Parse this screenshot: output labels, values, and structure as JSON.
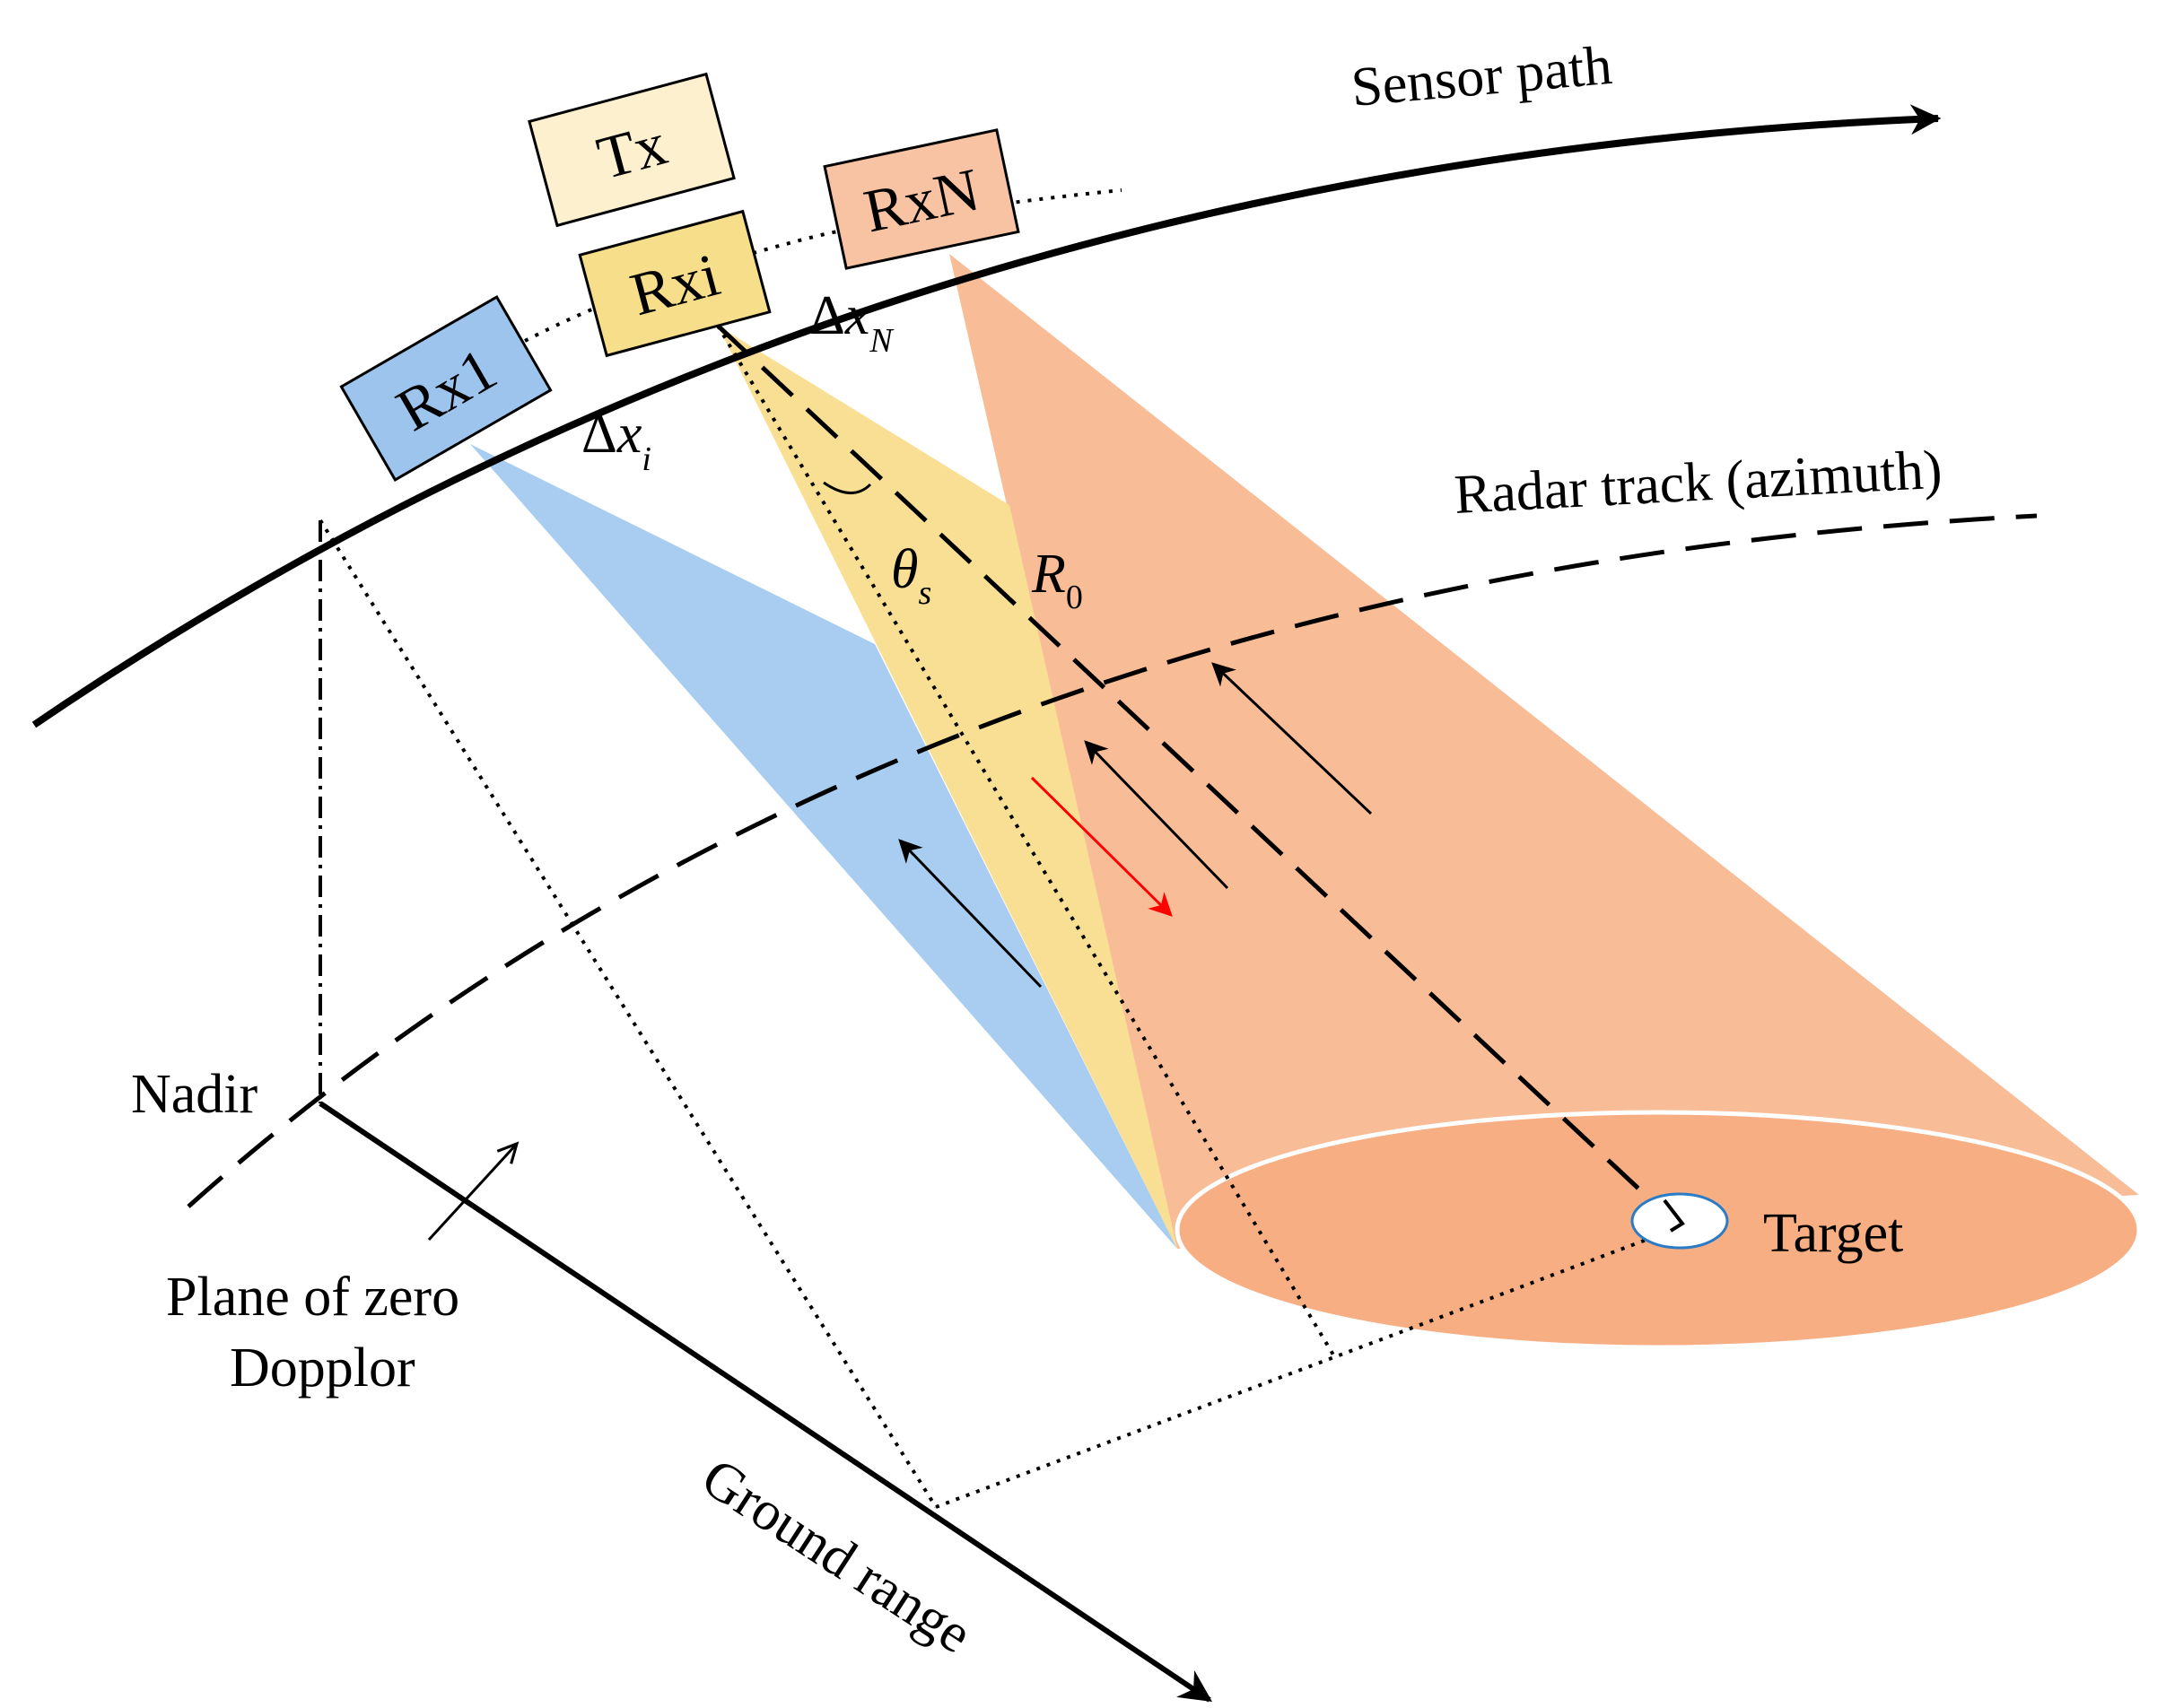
{
  "labels": {
    "sensor_path": "Sensor path",
    "radar_track": "Radar track (azimuth)",
    "nadir": "Nadir",
    "plane_line1": "Plane of zero",
    "plane_line2": "Dopplor",
    "ground_range": "Ground range",
    "target": "Target"
  },
  "boxes": {
    "tx": "Tx",
    "rx1": "Rx1",
    "rxi": "Rxi",
    "rxn": "RxN"
  },
  "math": {
    "delta": "Δ",
    "dx_var": "x",
    "dx_i_sub": "i",
    "dx_N_sub": "N",
    "theta": "θ",
    "theta_sub": "s",
    "r0": "R",
    "r0_sub": "0"
  },
  "colors": {
    "rx1_beam": "#a9cdf0",
    "rxi_beam": "#f9df94",
    "rxn_beam": "#f8bd97",
    "footprint": "#f7ae82",
    "tx_box": "#fdf0cf",
    "rx1_box": "#9dc4ec",
    "rxi_box": "#f7de8a",
    "rxn_box": "#f7c3a3",
    "echo_arrow": "#000000",
    "transmit_arrow": "#ff0000",
    "target_marker_stroke": "#2b7bc7"
  }
}
